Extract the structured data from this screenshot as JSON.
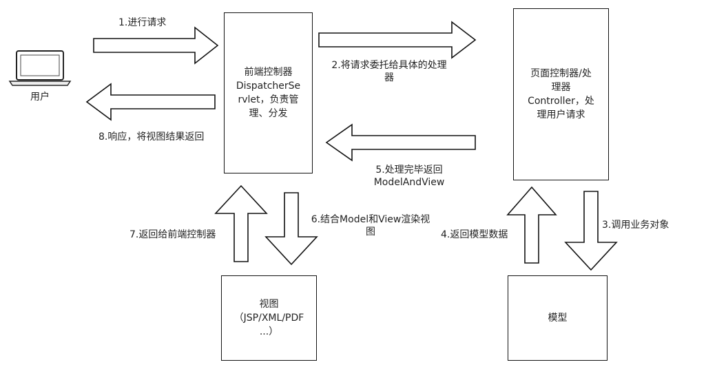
{
  "nodes": {
    "user": "用户",
    "front_controller": "前端控制器\nDispatcherSe\nrvlet，负责管\n理、分发",
    "page_controller": "页面控制器/处\n理器\nController，处\n理用户请求",
    "view": "视图\n（JSP/XML/PDF\n...）",
    "model": "模型"
  },
  "edges": {
    "step1": "1.进行请求",
    "step2": "2.将请求委托给具体的处理\n器",
    "step3": "3.调用业务对象",
    "step4": "4.返回模型数据",
    "step5": "5.处理完毕返回\nModelAndView",
    "step6": "6.结合Model和View渲染视\n图",
    "step7": "7.返回给前端控制器",
    "step8": "8.响应，将视图结果返回"
  },
  "colors": {
    "stroke": "#111111",
    "fill": "#ffffff",
    "text": "#222222"
  },
  "icons": {
    "user": "laptop-icon"
  }
}
